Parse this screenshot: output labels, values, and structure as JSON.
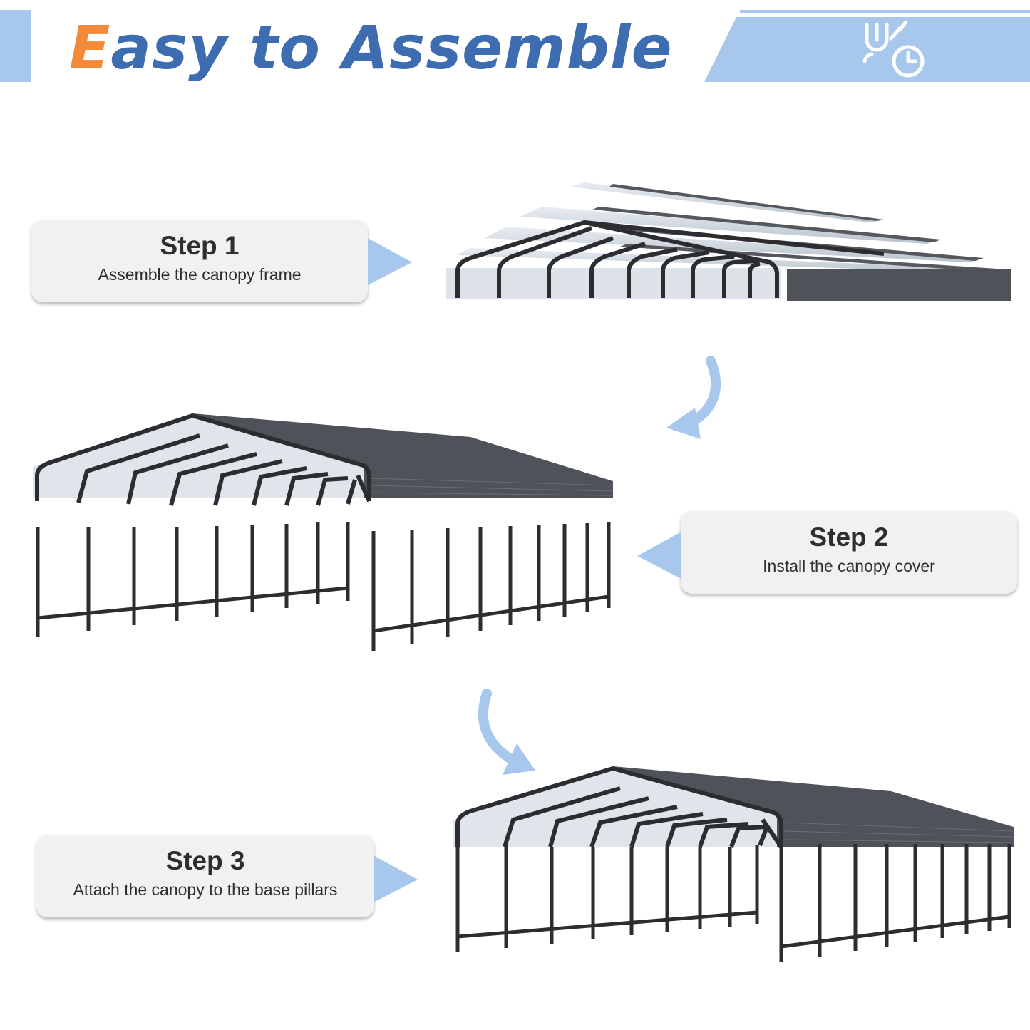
{
  "header": {
    "title_first_letter": "E",
    "title_rest": "asy to Assemble",
    "icon": "wrench-clock-icon",
    "colors": {
      "accent_blue": "#3e6cb0",
      "accent_orange": "#f28a3a",
      "band_blue": "#a7c8ec"
    }
  },
  "steps": [
    {
      "heading": "Step 1",
      "text": "Assemble the canopy frame"
    },
    {
      "heading": "Step 2",
      "text": "Install the canopy cover"
    },
    {
      "heading": "Step 3",
      "text": "Attach the canopy to the base pillars"
    }
  ]
}
